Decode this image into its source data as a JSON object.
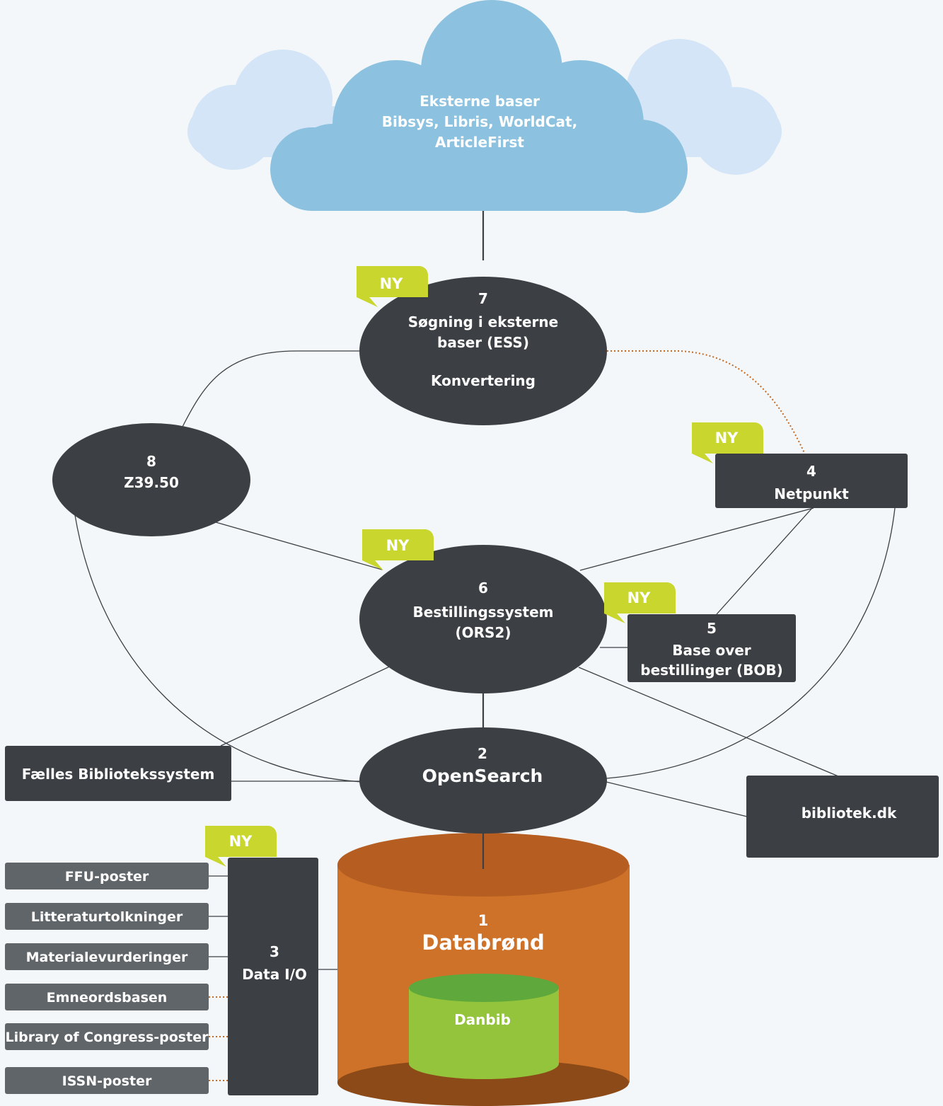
{
  "colors": {
    "background": "#f4f7fa",
    "node": "#3c4044",
    "source_box": "#5f6569",
    "cloud_back": "#d3e5f6",
    "cloud_front": "#8cc2df",
    "cylinder_body": "#cf7229",
    "cylinder_top": "#b65e22",
    "cylinder_bottom": "#8b4a17",
    "inner_body": "#93c43b",
    "inner_top": "#5ea83c",
    "ny_badge": "#c8d62e",
    "dotted_line": "#c46a22",
    "line": "#3c4044"
  },
  "cloud": {
    "title": "Eksterne baser",
    "line1": "Bibsys, Libris, WorldCat,",
    "line2": "ArticleFirst"
  },
  "badge_text": "NY",
  "nodes": {
    "ess": {
      "number": "7",
      "line1": "Søgning i eksterne",
      "line2": "baser (ESS)",
      "line3": "Konvertering"
    },
    "z3950": {
      "number": "8",
      "name": "Z39.50"
    },
    "netpunkt": {
      "number": "4",
      "name": "Netpunkt"
    },
    "ors2": {
      "number": "6",
      "line1": "Bestillingssystem",
      "line2": "(ORS2)"
    },
    "bob": {
      "number": "5",
      "line1": "Base over",
      "line2": "bestillinger (BOB)"
    },
    "opensearch": {
      "number": "2",
      "name": "OpenSearch"
    },
    "fbs": {
      "name": "Fælles Bibliotekssystem"
    },
    "bibliotek": {
      "name": "bibliotek.dk"
    },
    "dataio": {
      "number": "3",
      "name": "Data I/O"
    },
    "databrond": {
      "number": "1",
      "name": "Databrønd"
    },
    "danbib": {
      "name": "Danbib"
    }
  },
  "sources": [
    {
      "label": "FFU-poster",
      "connection": "solid"
    },
    {
      "label": "Litteraturtolkninger",
      "connection": "solid"
    },
    {
      "label": "Materialevurderinger",
      "connection": "solid"
    },
    {
      "label": "Emneordsbasen",
      "connection": "dotted"
    },
    {
      "label": "Library of Congress-poster",
      "connection": "dotted"
    },
    {
      "label": "ISSN-poster",
      "connection": "dotted"
    }
  ]
}
